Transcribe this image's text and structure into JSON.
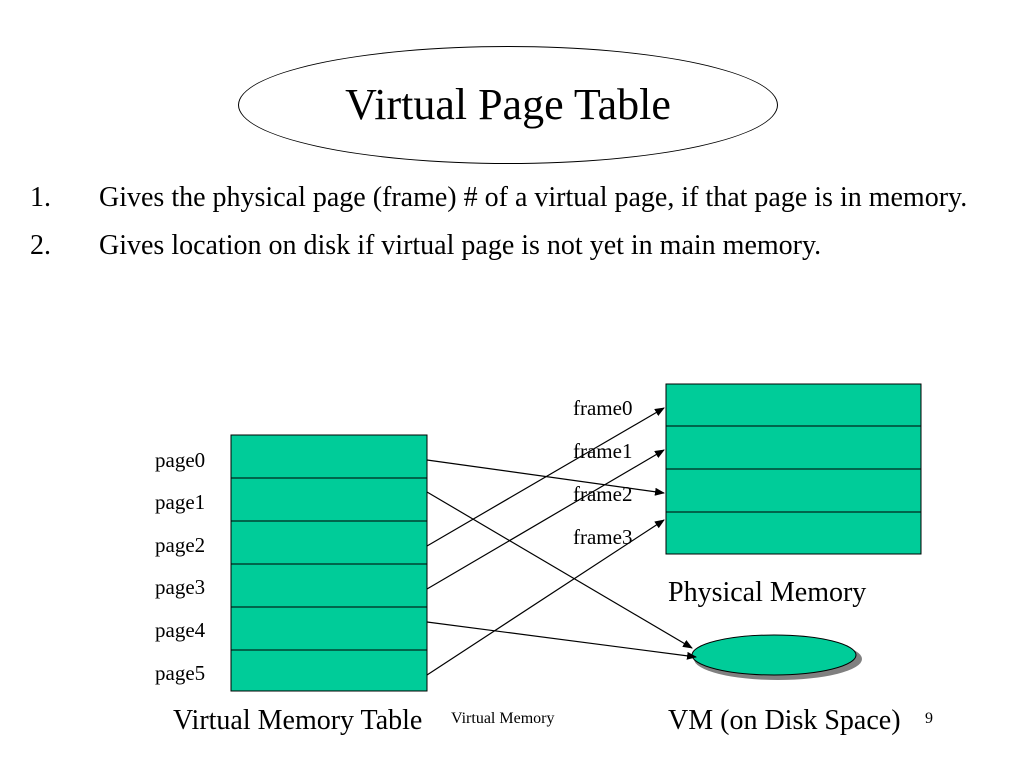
{
  "title": "Virtual Page Table",
  "bullets": [
    {
      "number": "1.",
      "text": "Gives the physical page (frame) # of a virtual page, if that page is in memory."
    },
    {
      "number": "2.",
      "text": "Gives location on disk if virtual page is not yet in main memory."
    }
  ],
  "virtual_table": {
    "caption": "Virtual Memory Table",
    "pages": [
      "page0",
      "page1",
      "page2",
      "page3",
      "page4",
      "page5"
    ]
  },
  "physical_memory": {
    "caption": "Physical Memory",
    "frames": [
      "frame0",
      "frame1",
      "frame2",
      "frame3"
    ]
  },
  "disk": {
    "caption": "VM (on Disk Space)"
  },
  "mappings": [
    {
      "page": "page0",
      "target": "frame2"
    },
    {
      "page": "page1",
      "target": "disk"
    },
    {
      "page": "page2",
      "target": "frame0"
    },
    {
      "page": "page3",
      "target": "frame1"
    },
    {
      "page": "page4",
      "target": "disk"
    },
    {
      "page": "page5",
      "target": "frame3"
    }
  ],
  "footer": {
    "center": "Virtual Memory",
    "page_number": "9"
  },
  "colors": {
    "cell_fill": "#00cc99",
    "line": "#000000",
    "disk_shadow": "#808080"
  }
}
